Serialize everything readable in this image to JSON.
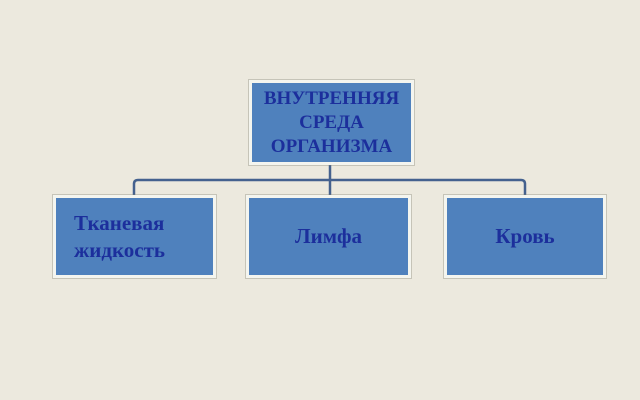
{
  "diagram": {
    "root": {
      "label": "ВНУТРЕННЯЯ\nСРЕДА\nОРГАНИЗМА"
    },
    "children": [
      {
        "label": "Тканевая\nжидкость"
      },
      {
        "label": "Лимфа"
      },
      {
        "label": "Кровь"
      }
    ],
    "colors": {
      "background": "#ece9de",
      "node_fill": "#4f81bd",
      "node_border": "#f4f5ef",
      "node_text": "#1c2f9c",
      "connector": "#44618e"
    }
  }
}
